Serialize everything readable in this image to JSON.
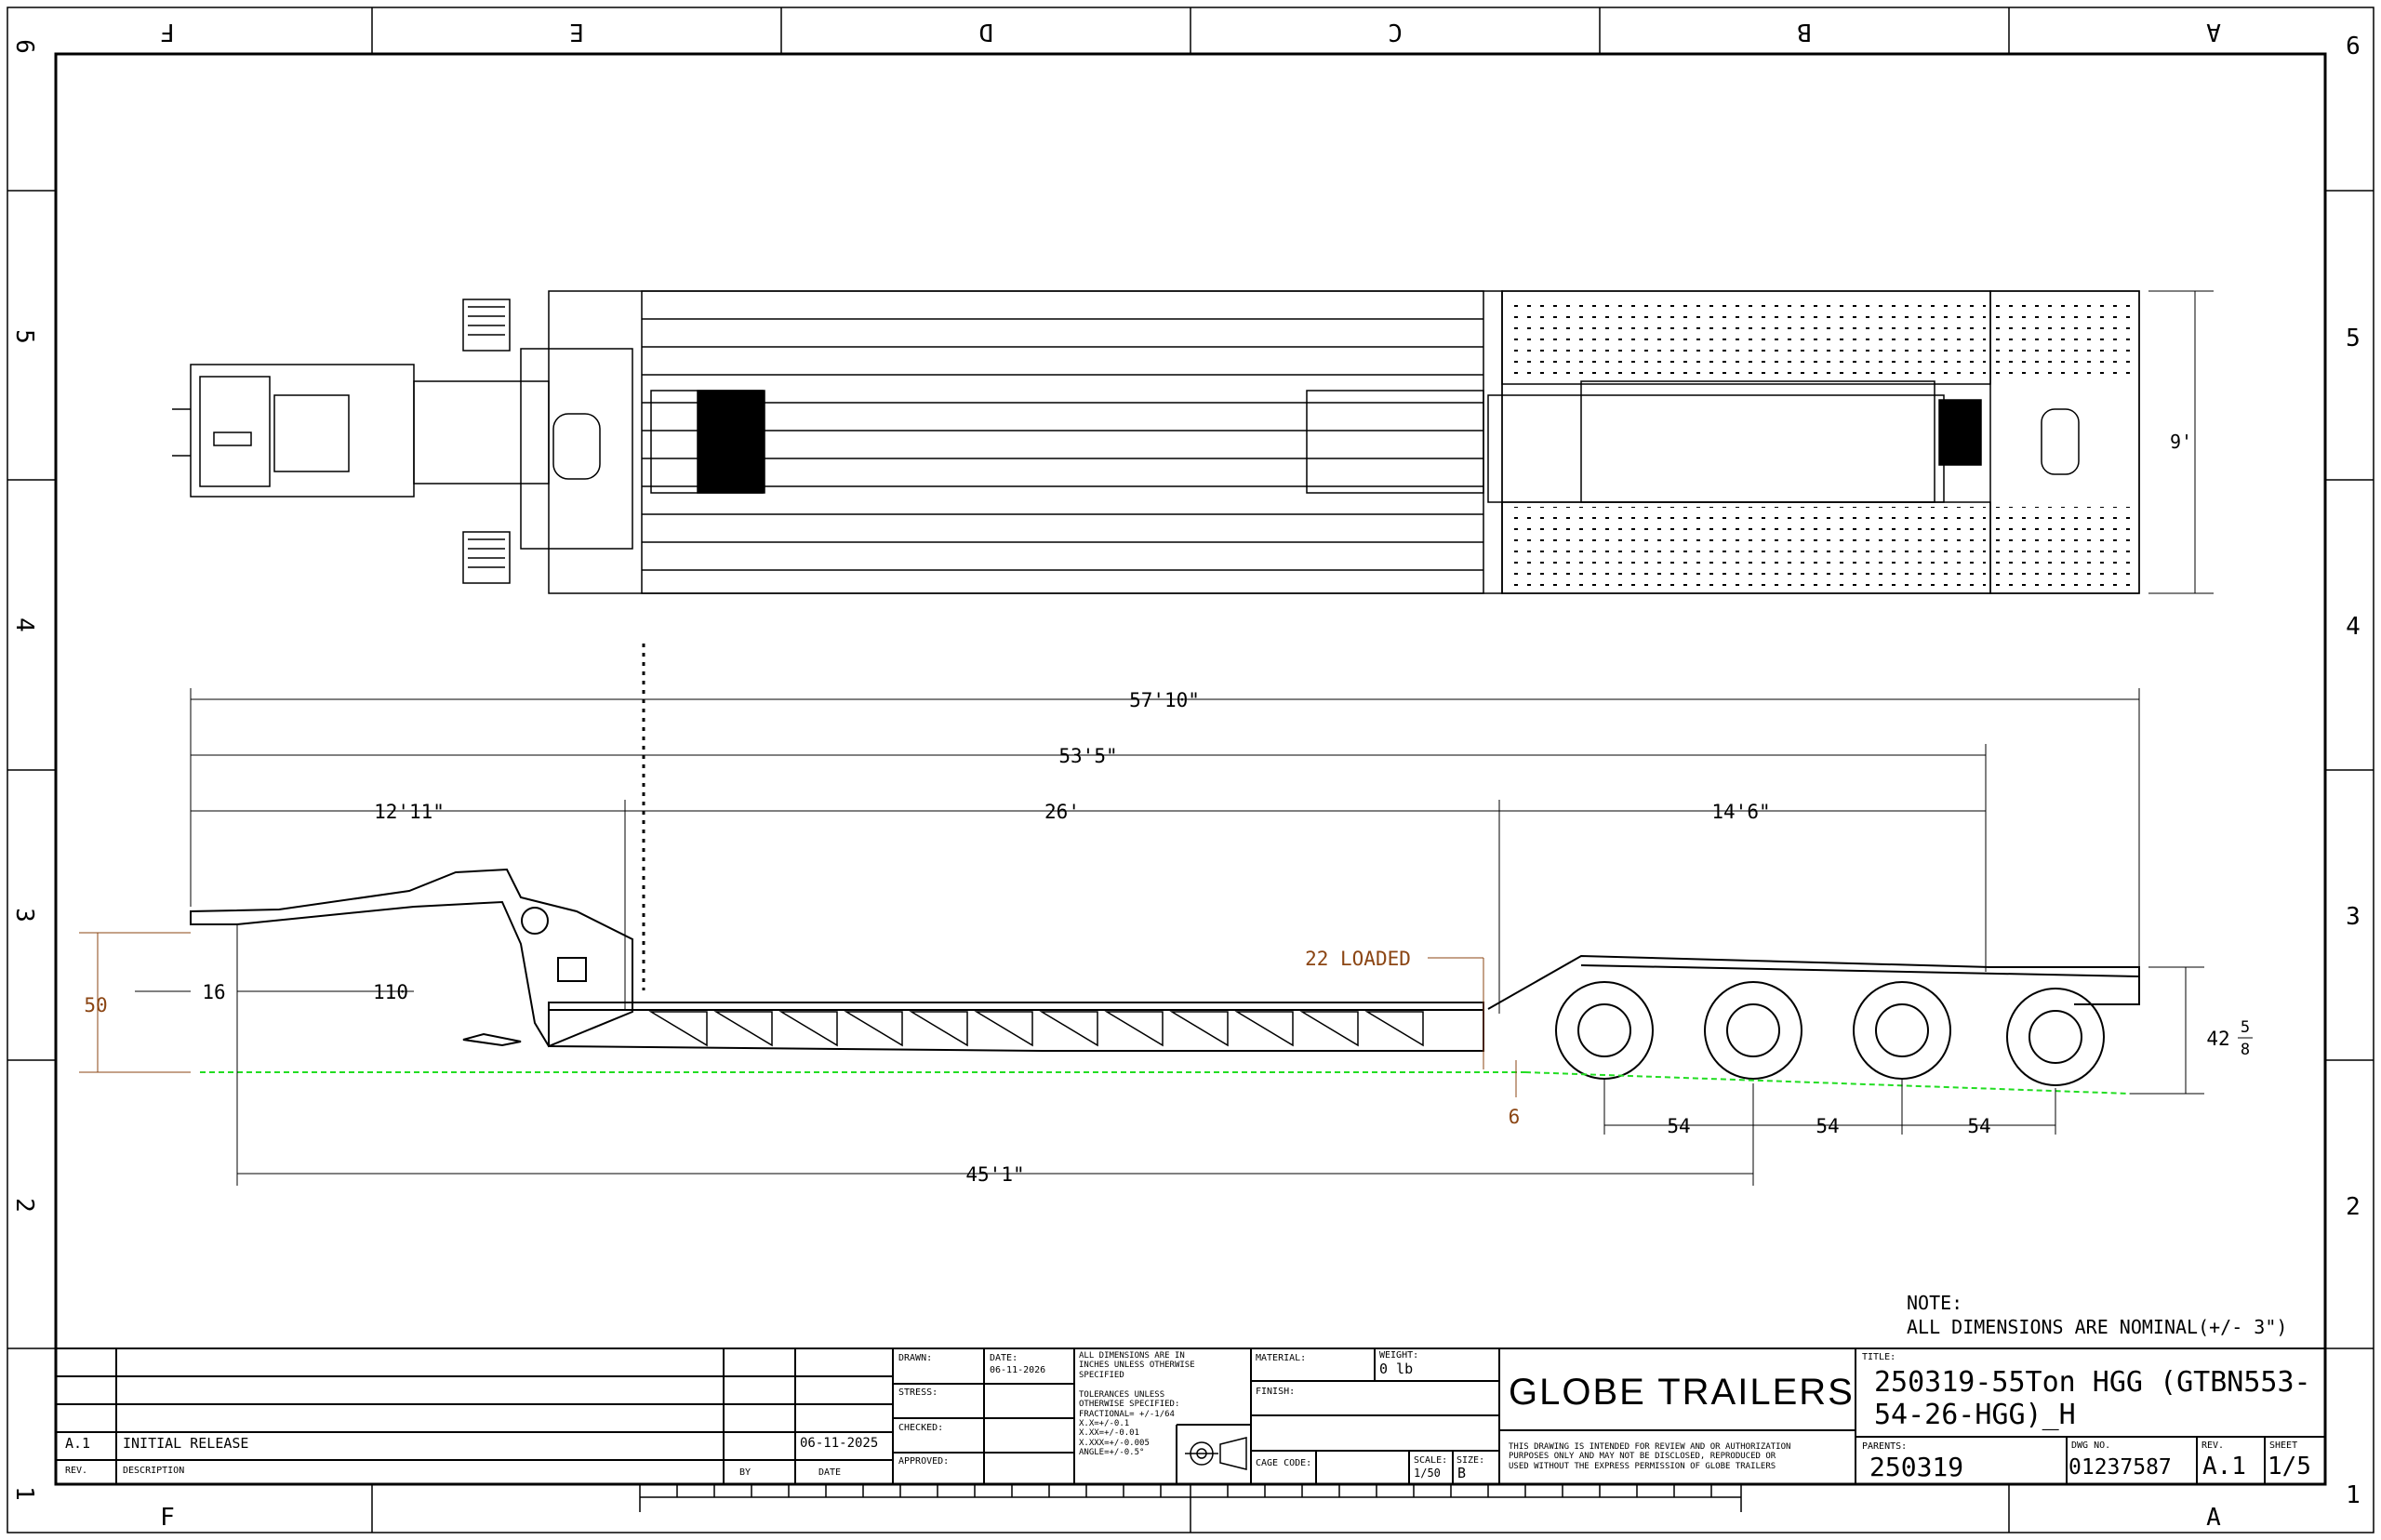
{
  "zones": {
    "columns_top": [
      "F",
      "E",
      "D",
      "C",
      "B",
      "A"
    ],
    "rows": [
      "6",
      "5",
      "4",
      "3",
      "2",
      "1"
    ],
    "columns_bottom": [
      "F",
      "A"
    ]
  },
  "dimensions": {
    "overall_length": "57'10\"",
    "gooseneck_to_axle": "53'5\"",
    "gooseneck_length": "12'11\"",
    "deck_length": "26'",
    "axle_group": "14'6\"",
    "kingpin_to_axle": "45'1\"",
    "width": "9'",
    "fifth_wheel_height": "50",
    "kingpin_offset": "16",
    "gooseneck_dim": "110",
    "deck_height_loaded": "22 LOADED",
    "ground_clearance": "6",
    "axle_spacing": [
      "54",
      "54",
      "54"
    ],
    "rear_height_whole": "42",
    "rear_height_num": "5",
    "rear_height_den": "8"
  },
  "note": {
    "heading": "NOTE:",
    "text": "ALL DIMENSIONS ARE NOMINAL(+/- 3\")"
  },
  "revisions": {
    "rev": "A.1",
    "description": "INITIAL RELEASE",
    "date": "06-11-2025",
    "col_rev": "REV.",
    "col_description": "DESCRIPTION",
    "col_by": "BY",
    "col_date": "DATE"
  },
  "title_block": {
    "drawn_label": "DRAWN:",
    "date_label": "DATE:",
    "date_value": "06-11-2026",
    "stress_label": "STRESS:",
    "checked_label": "CHECKED:",
    "approved_label": "APPROVED:",
    "tolerance_header": "ALL DIMENSIONS ARE IN\nINCHES UNLESS OTHERWISE\nSPECIFIED",
    "tolerance_body": "TOLERANCES UNLESS\nOTHERWISE SPECIFIED:\nFRACTIONAL= +/-1/64\nX.X=+/-0.1\nX.XX=+/-0.01\nX.XXX=+/-0.005\nANGLE=+/-0.5°",
    "material_label": "MATERIAL:",
    "weight_label": "WEIGHT:",
    "weight_value": "0 lb",
    "finish_label": "FINISH:",
    "cage_code_label": "CAGE CODE:",
    "scale_label": "SCALE:",
    "scale_value": "1/50",
    "size_label": "SIZE:",
    "size_value": "B",
    "company": "GLOBE TRAILERS",
    "disclaimer": "THIS DRAWING IS INTENDED FOR REVIEW AND OR AUTHORIZATION\nPURPOSES ONLY AND MAY NOT BE DISCLOSED, REPRODUCED OR\nUSED WITHOUT THE EXPRESS PERMISSION OF GLOBE TRAILERS",
    "title_label": "TITLE:",
    "title_value": "250319-55Ton HGG (GTBN553-\n54-26-HGG)_H",
    "parents_label": "PARENTS:",
    "parents_value": "250319",
    "dwg_label": "DWG NO.",
    "dwg_value": "01237587",
    "rev_label": "REV.",
    "rev_value": "A.1",
    "sheet_label": "SHEET",
    "sheet_value": "1/5"
  },
  "colors": {
    "line": "#000000",
    "dimension_accent": "#8B4513",
    "ground_line": "#22DD22"
  }
}
